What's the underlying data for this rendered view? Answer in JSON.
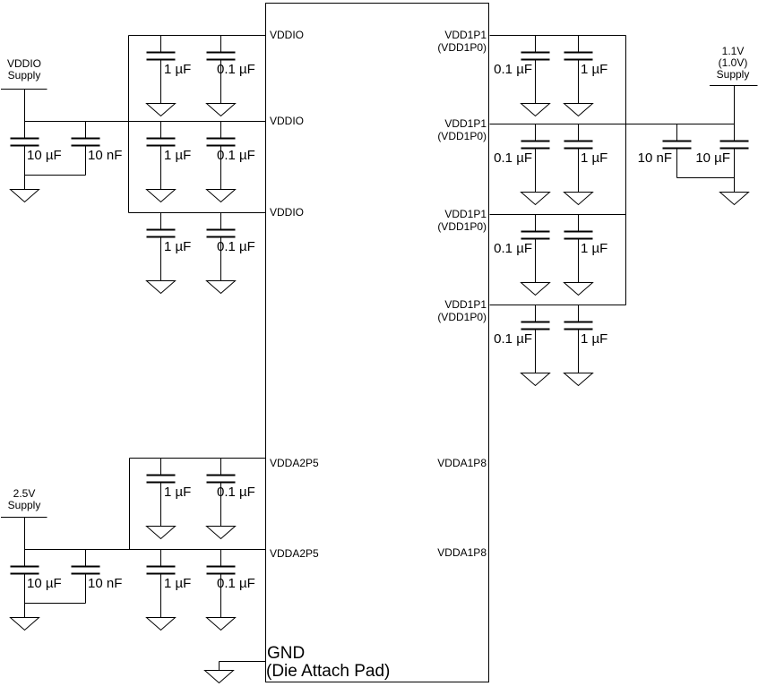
{
  "ic": {
    "left_pins": [
      {
        "label": "VDDIO"
      },
      {
        "label": "VDDIO"
      },
      {
        "label": "VDDIO"
      },
      {
        "label": "VDDA2P5"
      },
      {
        "label": "VDDA2P5"
      }
    ],
    "right_pins": [
      {
        "label": "VDD1P1",
        "sub": "(VDD1P0)"
      },
      {
        "label": "VDD1P1",
        "sub": "(VDD1P0)"
      },
      {
        "label": "VDD1P1",
        "sub": "(VDD1P0)"
      },
      {
        "label": "VDD1P1",
        "sub": "(VDD1P0)"
      },
      {
        "label": "VDDA1P8"
      },
      {
        "label": "VDDA1P8"
      }
    ],
    "gnd_pin": {
      "label": "GND",
      "sub": "(Die Attach Pad)"
    }
  },
  "supplies": {
    "vddio": {
      "lines": [
        "VDDIO",
        "Supply"
      ]
    },
    "v1p1": {
      "lines": [
        "1.1V",
        "(1.0V)",
        "Supply"
      ]
    },
    "v2p5": {
      "lines": [
        "2.5V",
        "Supply"
      ]
    }
  },
  "capacitors": {
    "vddio_bulk": [
      "10 µF",
      "10 nF"
    ],
    "vddio_rows": [
      [
        "1 µF",
        "0.1 µF"
      ],
      [
        "1 µF",
        "0.1 µF"
      ],
      [
        "1 µF",
        "0.1 µF"
      ]
    ],
    "v2p5_bulk": [
      "10 µF",
      "10 nF"
    ],
    "vdda2p5_rows": [
      [
        "1 µF",
        "0.1 µF"
      ],
      [
        "1 µF",
        "0.1 µF"
      ]
    ],
    "v1p1_bulk": [
      "10 nF",
      "10 µF"
    ],
    "vdd1p1_rows": [
      [
        "0.1 µF",
        "1 µF"
      ],
      [
        "0.1 µF",
        "1 µF"
      ],
      [
        "0.1 µF",
        "1 µF"
      ],
      [
        "0.1 µF",
        "1 µF"
      ]
    ]
  },
  "colors": {
    "line": "#000000",
    "background": "#ffffff"
  }
}
